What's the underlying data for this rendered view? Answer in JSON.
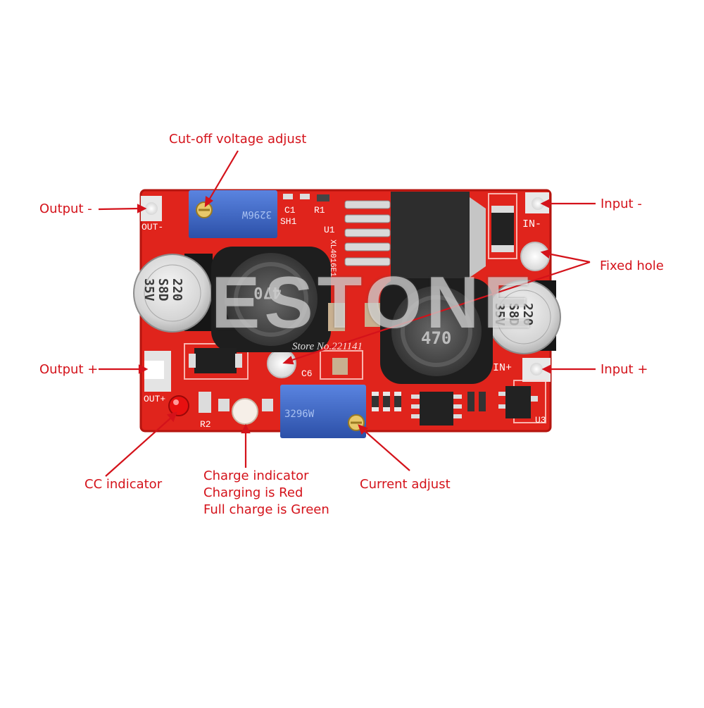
{
  "labels": {
    "cutoff_voltage": "Cut-off voltage adjust",
    "output_minus": "Output -",
    "input_minus": "Input -",
    "fixed_hole": "Fixed hole",
    "output_plus": "Output +",
    "input_plus": "Input +",
    "cc_indicator": "CC indicator",
    "charge_indicator": "Charge indicator",
    "charging_red": "Charging is Red",
    "full_charge_green": "Full charge is Green",
    "current_adjust": "Current adjust"
  },
  "board": {
    "silkscreen": {
      "out_minus": "OUT-",
      "out_plus": "OUT+",
      "in_minus": "IN-",
      "in_plus": "IN+",
      "u1": "U1",
      "u3": "U3",
      "c1": "C1",
      "r1": "R1",
      "c6": "C6",
      "r2": "R2",
      "sh1": "SH1",
      "ic_part": "XL4016E1"
    },
    "capacitor_left": [
      "S8D",
      "220",
      "35V"
    ],
    "capacitor_right": [
      "S8D",
      "220",
      "35V"
    ],
    "inductor_right": "470",
    "inductor_left": "470",
    "pot_top": "3296W",
    "pot_bottom": "3296W"
  },
  "watermark": {
    "text": "ESTONE",
    "store": "Store No.221141"
  },
  "colors": {
    "label_red": "#d4121a",
    "pcb_red": "#e0241c",
    "pot_blue": "#3a64c0"
  }
}
